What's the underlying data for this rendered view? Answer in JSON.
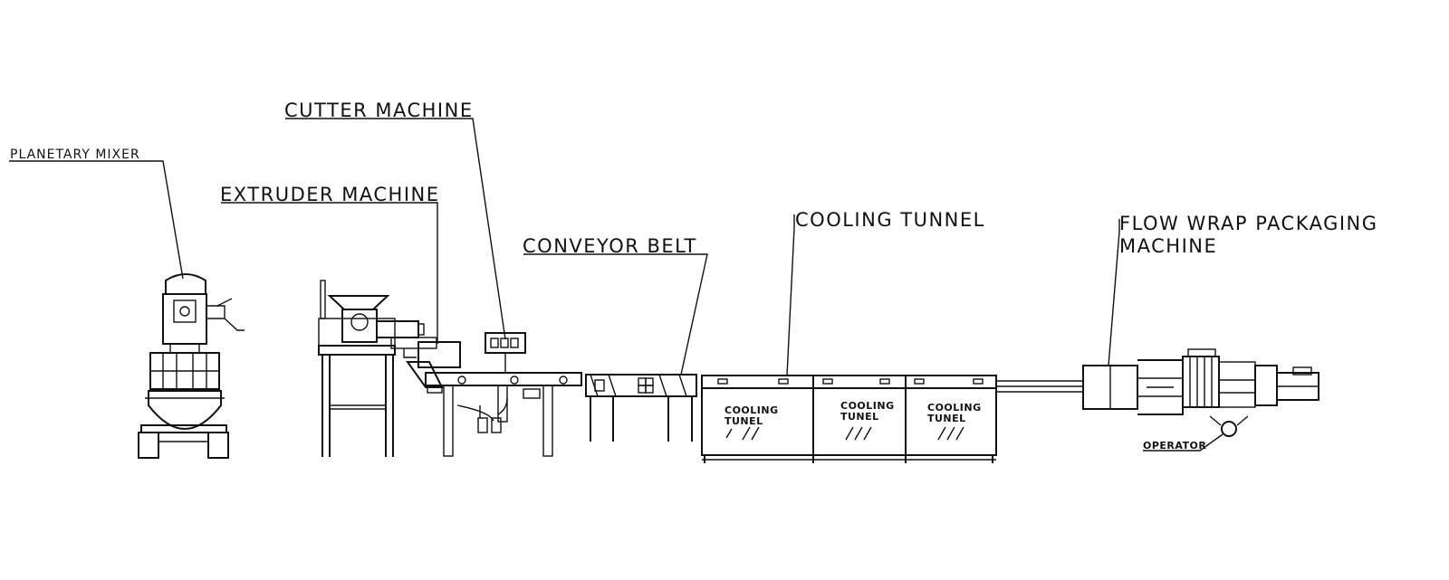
{
  "labels": {
    "planetary_mixer": "PLANETARY MIXER",
    "cutter_machine": "CUTTER MACHINE",
    "extruder_machine": "EXTRUDER MACHINE",
    "conveyor_belt": "CONVEYOR BELT",
    "cooling_tunnel": "COOLING TUNNEL",
    "flow_wrap_line1": "FLOW WRAP PACKAGING",
    "flow_wrap_line2": "MACHINE",
    "operator": "OPERATOR"
  },
  "tunnel_panels": [
    {
      "line1": "COOLING",
      "line2": "TUNEL"
    },
    {
      "line1": "COOLING",
      "line2": "TUNEL"
    },
    {
      "line1": "COOLING",
      "line2": "TUNEL"
    }
  ]
}
